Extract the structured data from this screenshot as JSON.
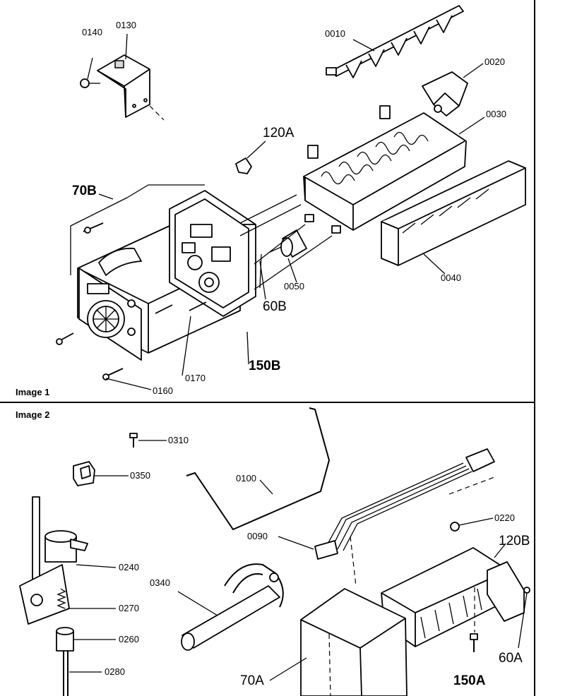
{
  "panels": {
    "image1": {
      "caption": "Image 1"
    },
    "image2": {
      "caption": "Image 2"
    }
  },
  "labels": {
    "p0140": "0140",
    "p0130": "0130",
    "p0010": "0010",
    "p0020": "0020",
    "p0030": "0030",
    "p120A": "120A",
    "p70B": "70B",
    "p0050": "0050",
    "p60B": "60B",
    "p0040": "0040",
    "p150B": "150B",
    "p0170": "0170",
    "p0160": "0160",
    "p0310": "0310",
    "p0350": "0350",
    "p0100": "0100",
    "p0220": "0220",
    "p120B": "120B",
    "p0090": "0090",
    "p0240": "0240",
    "p0340": "0340",
    "p0270": "0270",
    "p0260": "0260",
    "p0280": "0280",
    "p70A": "70A",
    "p150A": "150A",
    "p60A": "60A"
  }
}
